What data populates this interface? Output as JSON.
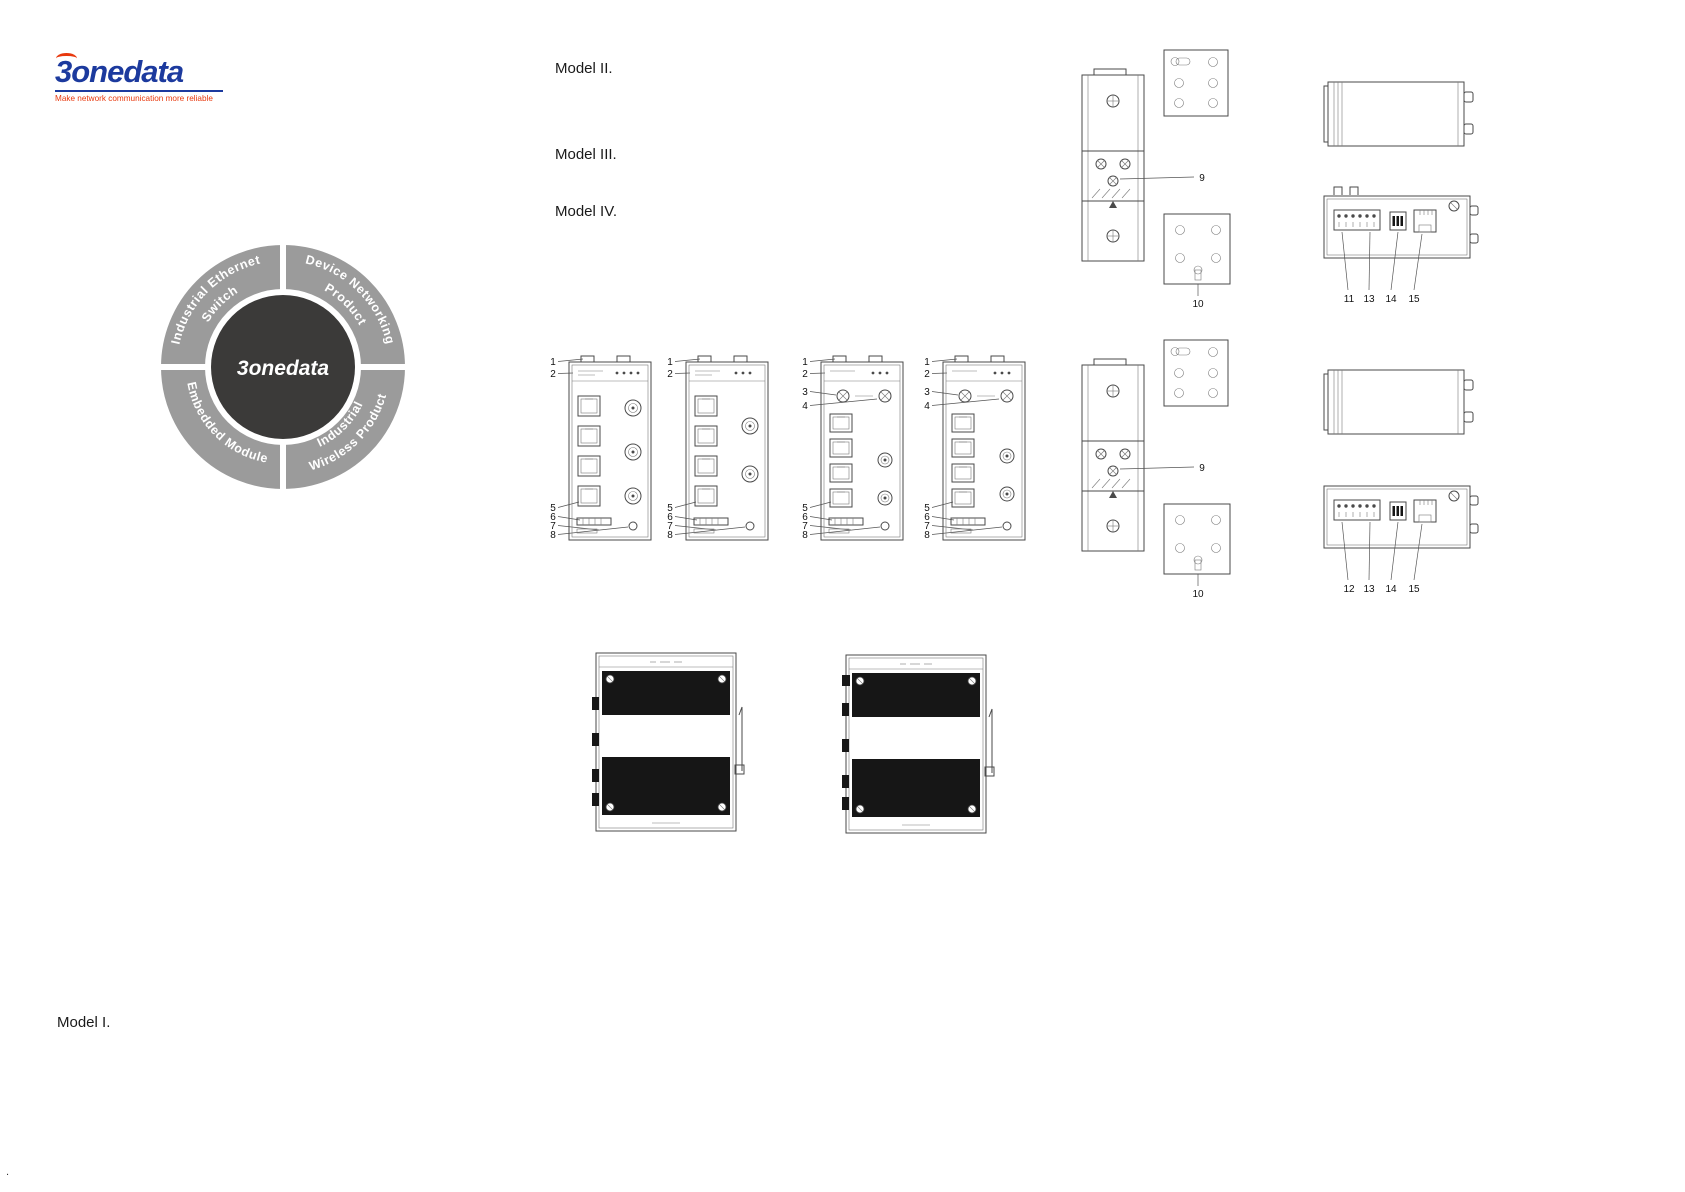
{
  "logo": {
    "brand": "3onedata",
    "tagline": "Make network communication more reliable"
  },
  "models": {
    "i": "Model I.",
    "ii": "Model II.",
    "iii": "Model III.",
    "iv": "Model IV."
  },
  "badge": {
    "center": "3onedata",
    "nw_line1": "Industrial Ethernet",
    "nw_line2": "Switch",
    "ne_line1": "Device Networking",
    "ne_line2": "Product",
    "sw_line1": "Embedded Module",
    "se_line1": "Industrial",
    "se_line2": "Wireless Product"
  },
  "callouts": {
    "n1": "1",
    "n2": "2",
    "n3": "3",
    "n4": "4",
    "n5": "5",
    "n6": "6",
    "n7": "7",
    "n8": "8",
    "n9": "9",
    "n10": "10",
    "n11": "11",
    "n12": "12",
    "n13": "13",
    "n14": "14",
    "n15": "15"
  },
  "footer": {
    "dot": "."
  },
  "colors": {
    "brand_blue": "#1c3a9e",
    "brand_red": "#e8380d",
    "ring_gray": "#9b9b9b",
    "center_dark": "#3b3a39",
    "line_gray": "#4a4a4a",
    "panel_dark": "#161616"
  }
}
